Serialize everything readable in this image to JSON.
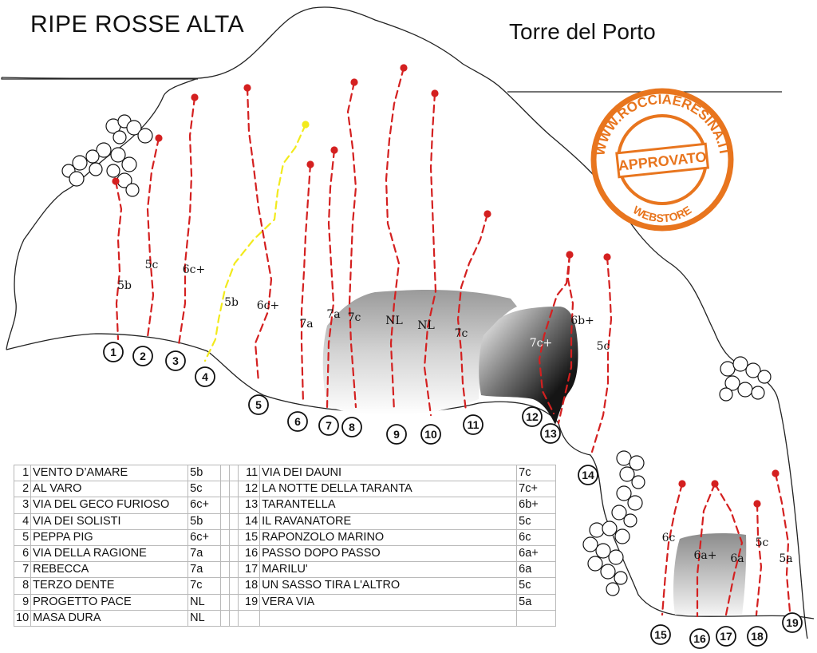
{
  "title": "RIPE ROSSE ALTA",
  "subtitle": "Torre del Porto",
  "stamp": {
    "ring_text": "WWW.ROCCIAERESINA.IT",
    "center_text": "APPROVATO",
    "bottom_text": "WEBSTORE",
    "color": "#e8751e"
  },
  "colors": {
    "route": "#d42020",
    "route_yellow": "#f2ea1c",
    "rock_outline": "#222222"
  },
  "route_grades": [
    "5b",
    "5c",
    "6c+",
    "5b",
    "6c+",
    "7a",
    "7a",
    "7c",
    "NL",
    "NL",
    "7c",
    "7c+",
    "6b+",
    "5c",
    "6c",
    "6a+",
    "6a",
    "5c",
    "5a"
  ],
  "route_numbers": [
    "1",
    "2",
    "3",
    "4",
    "5",
    "6",
    "7",
    "8",
    "9",
    "10",
    "11",
    "12",
    "13",
    "14",
    "15",
    "16",
    "17",
    "18",
    "19"
  ],
  "routes": [
    {
      "num": "1",
      "name": "VENTO D’AMARE",
      "grade": "5b"
    },
    {
      "num": "2",
      "name": "AL VARO",
      "grade": "5c"
    },
    {
      "num": "3",
      "name": "VIA DEL GECO FURIOSO",
      "grade": "6c+"
    },
    {
      "num": "4",
      "name": "VIA DEI SOLISTI",
      "grade": "5b"
    },
    {
      "num": "5",
      "name": "PEPPA PIG",
      "grade": "6c+"
    },
    {
      "num": "6",
      "name": "VIA DELLA RAGIONE",
      "grade": "7a"
    },
    {
      "num": "7",
      "name": "REBECCA",
      "grade": "7a"
    },
    {
      "num": "8",
      "name": "TERZO DENTE",
      "grade": "7c"
    },
    {
      "num": "9",
      "name": "PROGETTO PACE",
      "grade": "NL"
    },
    {
      "num": "10",
      "name": "MASA DURA",
      "grade": "NL"
    },
    {
      "num": "11",
      "name": "VIA DEI DAUNI",
      "grade": "7c"
    },
    {
      "num": "12",
      "name": "LA NOTTE DELLA TARANTA",
      "grade": "7c+"
    },
    {
      "num": "13",
      "name": "TARANTELLA",
      "grade": "6b+"
    },
    {
      "num": "14",
      "name": "IL RAVANATORE",
      "grade": "5c"
    },
    {
      "num": "15",
      "name": "RAPONZOLO MARINO",
      "grade": "6c"
    },
    {
      "num": "16",
      "name": "PASSO DOPO PASSO",
      "grade": "6a+"
    },
    {
      "num": "17",
      "name": "MARILU'",
      "grade": "6a"
    },
    {
      "num": "18",
      "name": "UN SASSO TIRA L'ALTRO",
      "grade": "5c"
    },
    {
      "num": "19",
      "name": "VERA VIA",
      "grade": "5a"
    }
  ]
}
